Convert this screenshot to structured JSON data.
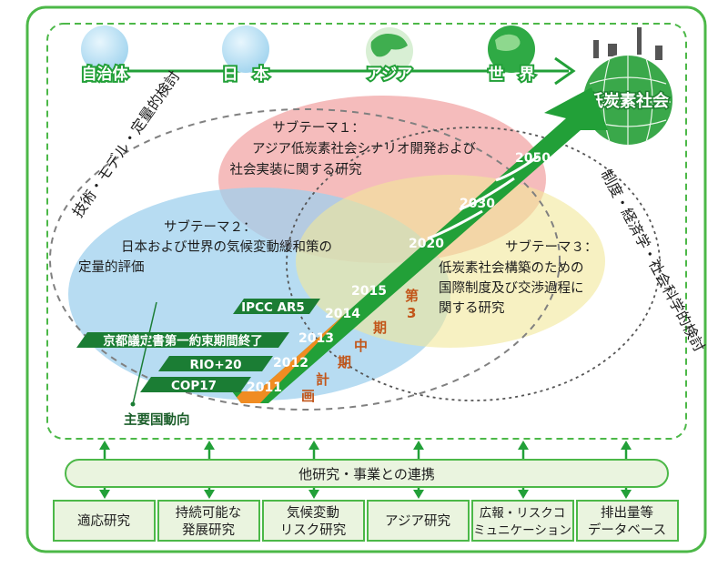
{
  "stages": [
    "自治体",
    "日　本",
    "アジア",
    "世　界"
  ],
  "goal": "低炭素社会",
  "left_arc": "技術・モデル・定量的検討",
  "right_arc": "制度・経済学・社会科学的検討",
  "theme1": {
    "heading": "サブテーマ１：",
    "lines": [
      "アジア低炭素社会シナリオ開発および",
      "社会実装に関する研究"
    ]
  },
  "theme2": {
    "heading": "サブテーマ２：",
    "lines": [
      "日本および世界の気候変動緩和策の",
      "定量的評価"
    ]
  },
  "theme3": {
    "heading": "サブテーマ３：",
    "lines": [
      "低炭素社会構築のための",
      "国際制度及び交渉過程に",
      "関する研究"
    ]
  },
  "years": [
    "2011",
    "2012",
    "2013",
    "2014",
    "2015",
    "2020",
    "2030",
    "2050"
  ],
  "plan3": [
    "第",
    "3",
    "期"
  ],
  "plan_mid": [
    "中",
    "期",
    "計",
    "画"
  ],
  "trends": [
    "IPCC AR5",
    "京都議定書第一約束期間終了",
    "RIO+20",
    "COP17"
  ],
  "trends_label": "主要国動向",
  "collab": "他研究・事業との連携",
  "boxes": [
    {
      "lines": [
        "適応研究"
      ]
    },
    {
      "lines": [
        "持続可能な",
        "発展研究"
      ]
    },
    {
      "lines": [
        "気候変動",
        "リスク研究"
      ]
    },
    {
      "lines": [
        "アジア研究"
      ]
    },
    {
      "lines": [
        "広報・リスクコ",
        "ミュニケーション"
      ]
    },
    {
      "lines": [
        "排出量等",
        "データベース"
      ]
    }
  ],
  "colors": {
    "green": "#22a038",
    "frame": "#4cb848",
    "theme1": "#f2a6a6",
    "theme2": "#9fd0ee",
    "theme3": "#f2e79a"
  }
}
